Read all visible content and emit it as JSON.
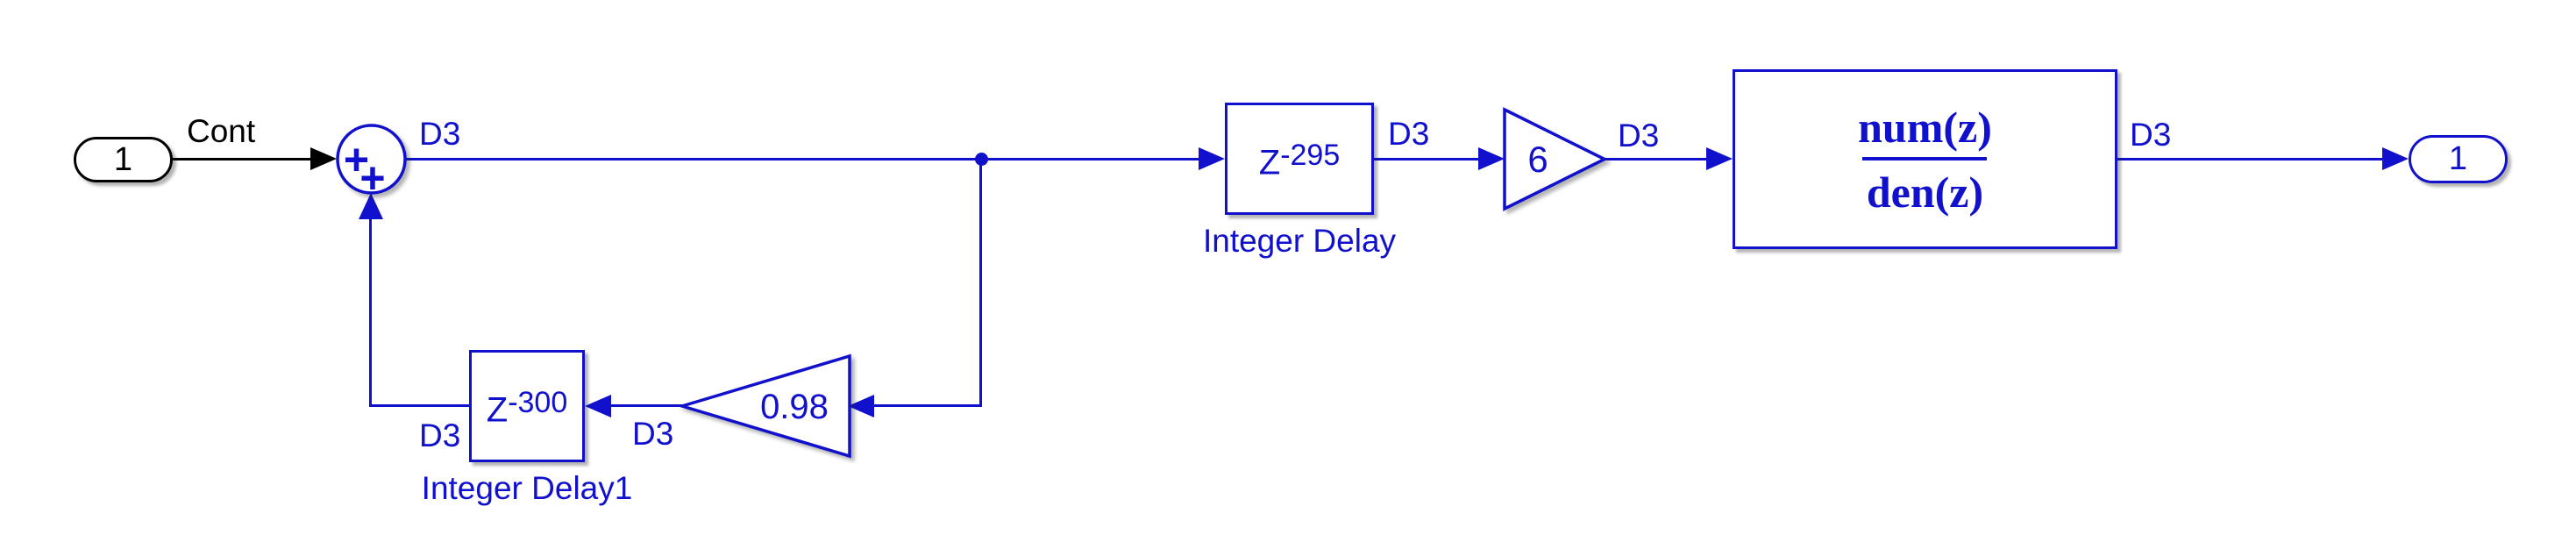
{
  "palette": {
    "discrete_rate_blue": "#1010cd",
    "continuous_black": "#000000",
    "canvas_background": "#ffffff"
  },
  "blocks": {
    "inport": {
      "label": "1"
    },
    "sum": {
      "sign_top": "+",
      "sign_bottom": "+"
    },
    "integer_delay": {
      "base": "Z",
      "exponent": "-295",
      "name": "Integer Delay"
    },
    "gain": {
      "value": "6"
    },
    "discrete_filter": {
      "numerator": "num(z)",
      "denominator": "den(z)"
    },
    "outport": {
      "label": "1"
    },
    "feedback_gain": {
      "value": "0.98"
    },
    "integer_delay1": {
      "base": "Z",
      "exponent": "-300",
      "name": "Integer Delay1"
    }
  },
  "signal_labels": {
    "input_name": "Cont",
    "sum_out_rate": "D3",
    "integer_delay_out_rate": "D3",
    "gain_out_rate": "D3",
    "filter_out_rate": "D3",
    "feedback_gain_out_rate": "D3",
    "integer_delay1_out_rate": "D3"
  }
}
